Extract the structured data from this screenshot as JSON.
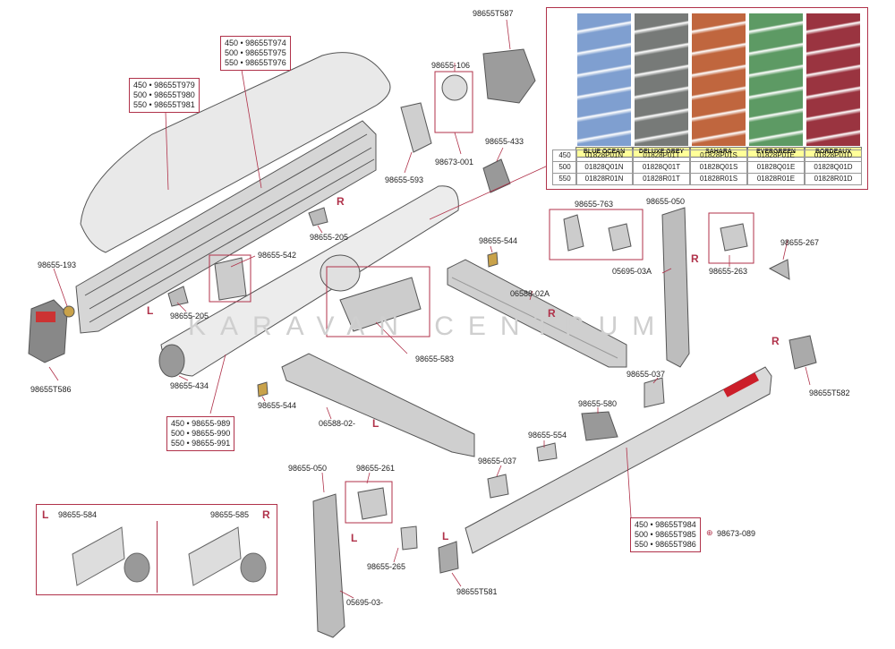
{
  "watermark": "KARAVAN CENTRUM",
  "side_markers": {
    "left": "L",
    "right": "R"
  },
  "parts": {
    "p98655T587": "98655T587",
    "p98655_106": "98655-106",
    "p98673_001": "98673-001",
    "p98655_433": "98655-433",
    "p98655_593": "98655-593",
    "p98655_205a": "98655-205",
    "p98655_205b": "98655-205",
    "p98655_193": "98655-193",
    "p98655T586": "98655T586",
    "p98655_542": "98655-542",
    "p98655_434": "98655-434",
    "p98655_544a": "98655-544",
    "p98655_544b": "98655-544",
    "p98655_583": "98655-583",
    "p98655_763": "98655-763",
    "p98655_050a": "98655-050",
    "p98655_050b": "98655-050",
    "p05695_03A": "05695-03A",
    "p05695_03": "05695-03-",
    "p98655_263": "98655-263",
    "p98655_267": "98655-267",
    "p06588_02A": "06588-02A",
    "p06588_02": "06588-02-",
    "p98655T582": "98655T582",
    "p98655_037a": "98655-037",
    "p98655_037b": "98655-037",
    "p98655_580": "98655-580",
    "p98655_554": "98655-554",
    "p98655_261": "98655-261",
    "p98655_265": "98655-265",
    "p98655T581": "98655T581",
    "p98673_089": "98673-089",
    "p98655_584": "98655-584",
    "p98655_585": "98655-585"
  },
  "size_boxes": {
    "top_cover": [
      "450 • 98655T974",
      "500 • 98655T975",
      "550 • 98655T976"
    ],
    "front_cover": [
      "450 • 98655T979",
      "500 • 98655T980",
      "550 • 98655T981"
    ],
    "roller": [
      "450 • 98655-989",
      "500 • 98655-990",
      "550 • 98655-991"
    ],
    "front_bar": [
      "450 • 98655T984",
      "500 • 98655T985",
      "550 • 98655T986"
    ]
  },
  "fabric": {
    "sizes": [
      "450",
      "500",
      "550"
    ],
    "colors": [
      {
        "name": "BLUE OCEAN",
        "color": "#7f9fd0",
        "codes": [
          "01828P01N",
          "01828Q01N",
          "01828R01N"
        ]
      },
      {
        "name": "DELUXE GREY",
        "color": "#777a78",
        "codes": [
          "01828P01T",
          "01828Q01T",
          "01828R01T"
        ]
      },
      {
        "name": "SAHARA",
        "color": "#c0663e",
        "codes": [
          "01828P01S",
          "01828Q01S",
          "01828R01S"
        ]
      },
      {
        "name": "EVERGREEN",
        "color": "#5d9a64",
        "codes": [
          "01828P01E",
          "01828Q01E",
          "01828R01E"
        ]
      },
      {
        "name": "BORDEAUX",
        "color": "#9a3440",
        "codes": [
          "01828P01D",
          "01828Q01D",
          "01828R01D"
        ]
      }
    ]
  },
  "colors": {
    "accent": "#b0324a",
    "brand_red": "#cc1f2a"
  }
}
